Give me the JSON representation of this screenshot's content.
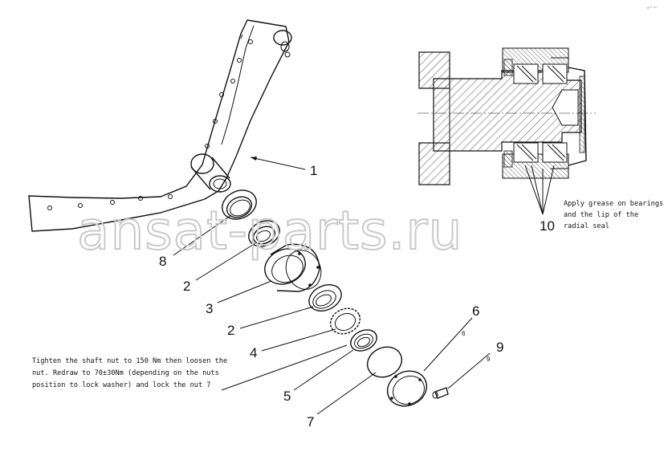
{
  "corner_mark": "sᵒᵐ ᵃᵃᵃ",
  "watermark": "ansat-parts.ru",
  "callouts": {
    "c1": "1",
    "c8": "8",
    "c2a": "2",
    "c3": "3",
    "c2b": "2",
    "c4": "4",
    "c5": "5",
    "c7": "7",
    "c6": "6",
    "c6_small": "6",
    "c9": "9",
    "c9_small": "9",
    "c10": "10"
  },
  "notes": {
    "grease_line1": "Apply grease on bearings",
    "grease_line2": "and the lip of the",
    "grease_line3": "radial seal",
    "torque_line1": "Tighten the shaft nut to 150 Nm then loosen the",
    "torque_line2": "nut. Redraw to 70±30Nm (depending on the nuts",
    "torque_line3": "position to lock washer) and lock the nut 7"
  }
}
